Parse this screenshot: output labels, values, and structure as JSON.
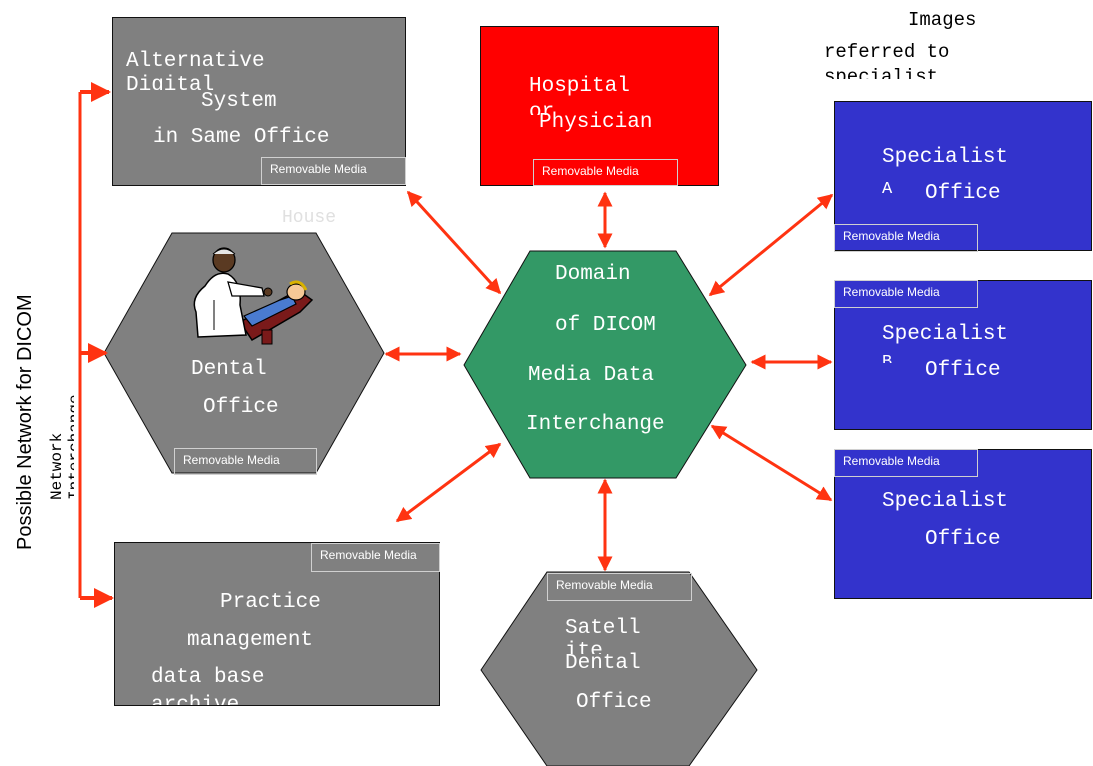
{
  "left_network": {
    "label": "Possible Network for DICOM",
    "sublabel_1": "Network",
    "sublabel_2": "Interchange"
  },
  "nodes": {
    "alternative_system": {
      "line1": "Alternative",
      "line2": "Digital",
      "line3": "System",
      "line4": "in Same Office",
      "media": "Removable Media"
    },
    "hospital": {
      "line1": "Hospital",
      "line2": "or",
      "line3": "Physician",
      "media": "Removable Media",
      "overflow": "House"
    },
    "images_note": {
      "line1": "Images",
      "line2": "referred to",
      "line3": "specialist"
    },
    "specialist_a": {
      "line1": "Specialist",
      "line2": "A",
      "line3": "Office",
      "media": "Removable Media"
    },
    "specialist_b": {
      "media": "Removable Media",
      "line1": "Specialist",
      "line2": "B",
      "line3": "Office"
    },
    "specialist_c": {
      "media": "Removable Media",
      "line1": "Specialist",
      "line2": "Office"
    },
    "dental_office": {
      "line1": "Dental",
      "line2": "Office",
      "media": "Removable Media"
    },
    "domain": {
      "line1": "Domain",
      "line2": "of DICOM",
      "line3": "Media Data",
      "line4": "Interchange"
    },
    "practice_mgmt": {
      "media": "Removable Media",
      "line1": "Practice",
      "line2": "management",
      "line3": "data base",
      "line4": "archive"
    },
    "satellite": {
      "media": "Removable Media",
      "line1": "Satellite",
      "line2": "Dental",
      "line3": "Office"
    }
  },
  "colors": {
    "gray": "#808080",
    "red": "#ff0000",
    "blue": "#3333cc",
    "green": "#339966",
    "arrow": "#ff3311"
  }
}
